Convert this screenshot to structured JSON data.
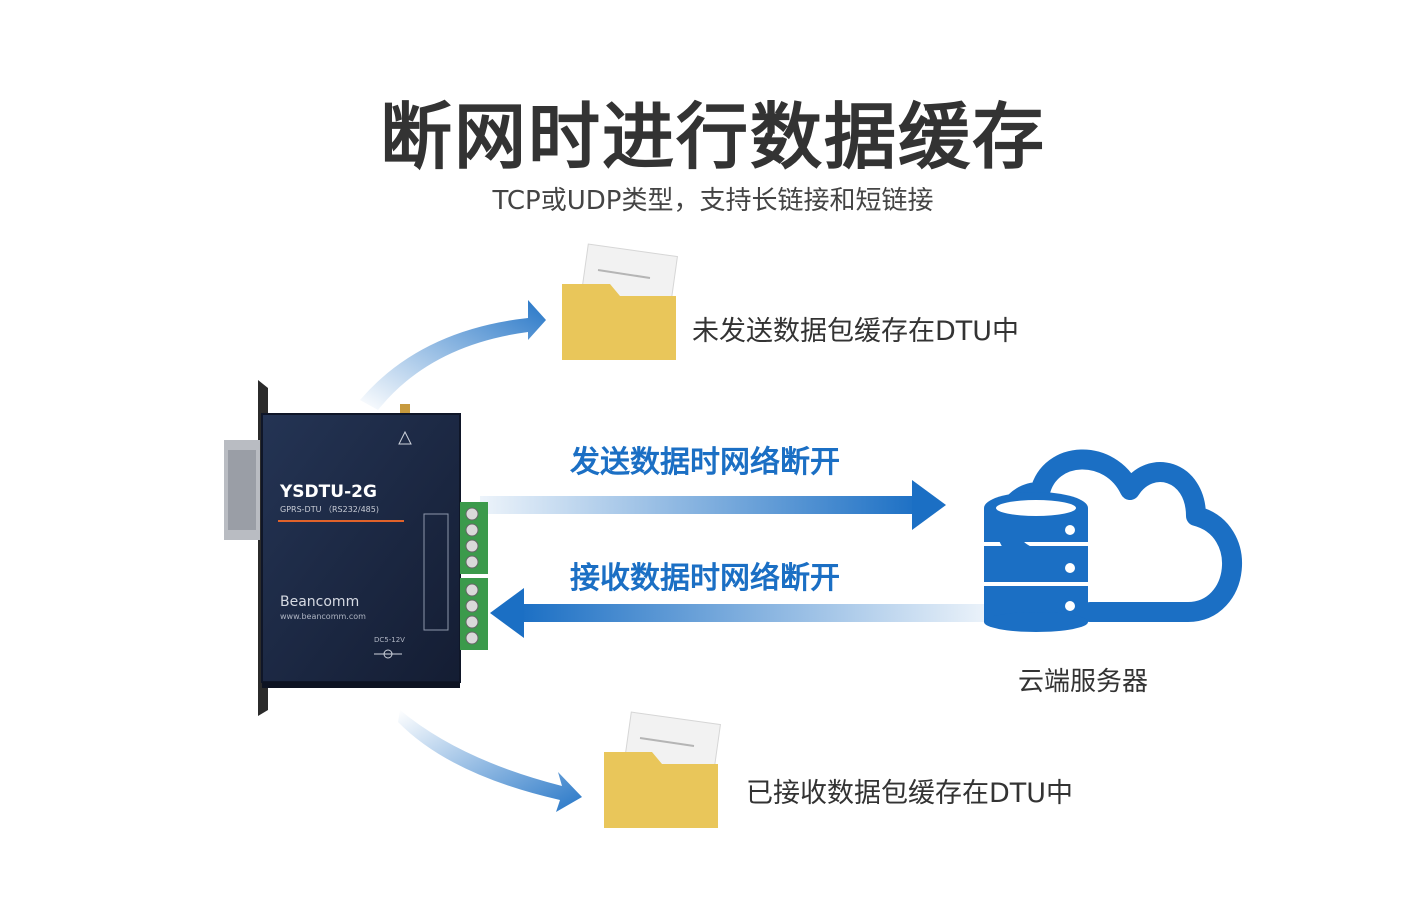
{
  "header": {
    "title": "断网时进行数据缓存",
    "subtitle": "TCP或UDP类型，支持长链接和短链接"
  },
  "device": {
    "model": "YSDTU-2G",
    "type": "GPRS-DTU （RS232/485)",
    "brand": "Beancomm",
    "website": "www.beancomm.com",
    "power": "DC5-12V"
  },
  "flows": {
    "send_label": "发送数据时网络断开",
    "receive_label": "接收数据时网络断开"
  },
  "cache": {
    "unsent_label": "未发送数据包缓存在DTU中",
    "received_label": "已接收数据包缓存在DTU中"
  },
  "server": {
    "label": "云端服务器"
  },
  "colors": {
    "accent_blue": "#1b6fc4",
    "folder_yellow": "#e9c65a",
    "device_navy": "#1f2d4a",
    "terminal_green": "#3b9a4b"
  }
}
